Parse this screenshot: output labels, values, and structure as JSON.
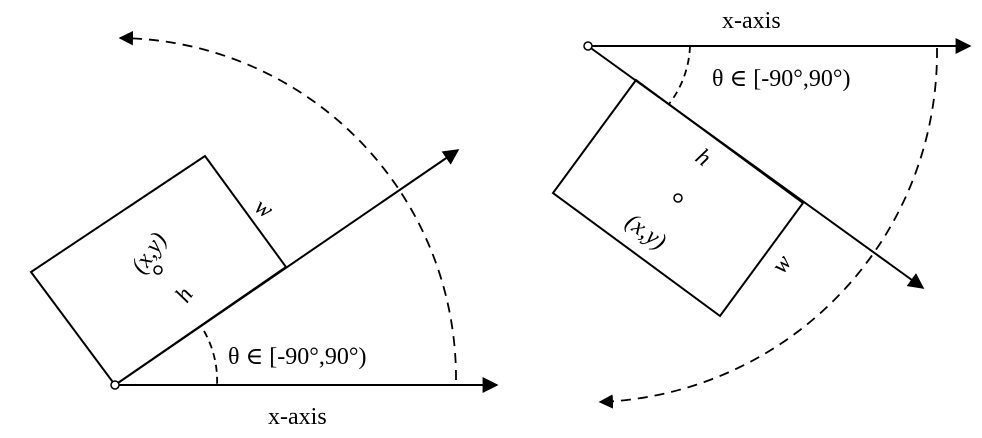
{
  "left_panel": {
    "axis_label": "x-axis",
    "angle_label": "θ ∈ [-90°,90°)",
    "center_label": "(x,y)",
    "height_label": "h",
    "width_label": "w"
  },
  "right_panel": {
    "axis_label": "x-axis",
    "angle_label": "θ ∈ [-90°,90°)",
    "center_label": "(x,y)",
    "height_label": "h",
    "width_label": "w"
  },
  "colors": {
    "stroke": "#000000",
    "background": "#ffffff"
  }
}
